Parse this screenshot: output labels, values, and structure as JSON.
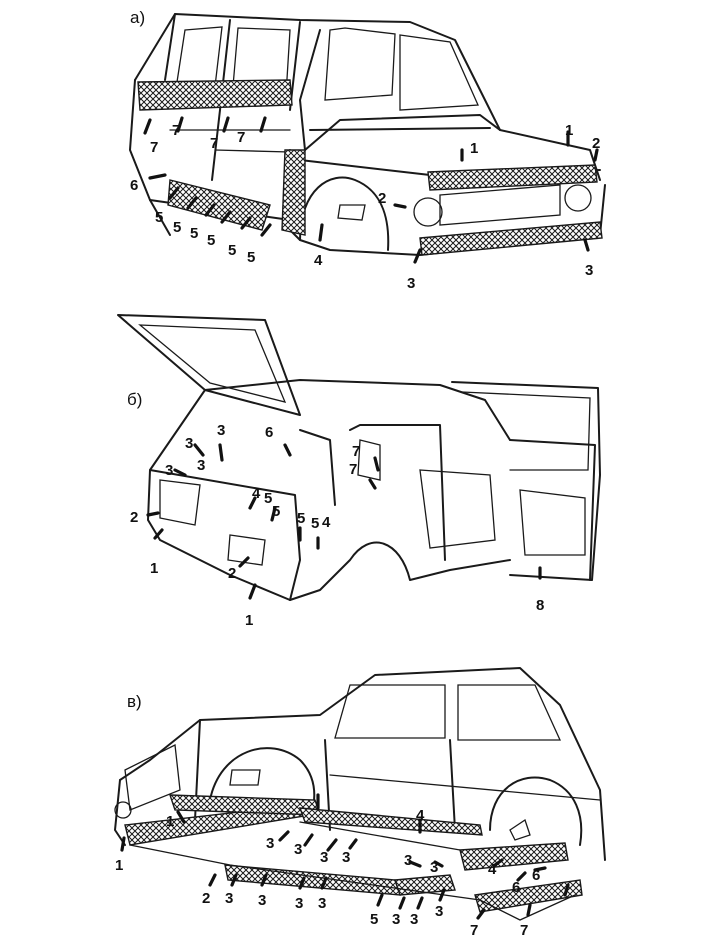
{
  "panels": [
    {
      "label": "а)",
      "callouts": [
        "1",
        "1",
        "2",
        "2",
        "3",
        "3",
        "4",
        "5",
        "5",
        "5",
        "5",
        "5",
        "5",
        "6",
        "7",
        "7",
        "7",
        "7"
      ]
    },
    {
      "label": "б)",
      "callouts": [
        "1",
        "1",
        "2",
        "2",
        "3",
        "3",
        "3",
        "3",
        "4",
        "5",
        "5",
        "5",
        "4",
        "5",
        "6",
        "7",
        "7",
        "8"
      ]
    },
    {
      "label": "в)",
      "callouts": [
        "1",
        "1",
        "2",
        "3",
        "3",
        "3",
        "3",
        "3",
        "3",
        "3",
        "3",
        "3",
        "3",
        "3",
        "3",
        "3",
        "4",
        "4",
        "5",
        "6",
        "6",
        "7",
        "7"
      ]
    }
  ],
  "colors": {
    "ink": "#1a1a1a",
    "background": "#ffffff"
  }
}
